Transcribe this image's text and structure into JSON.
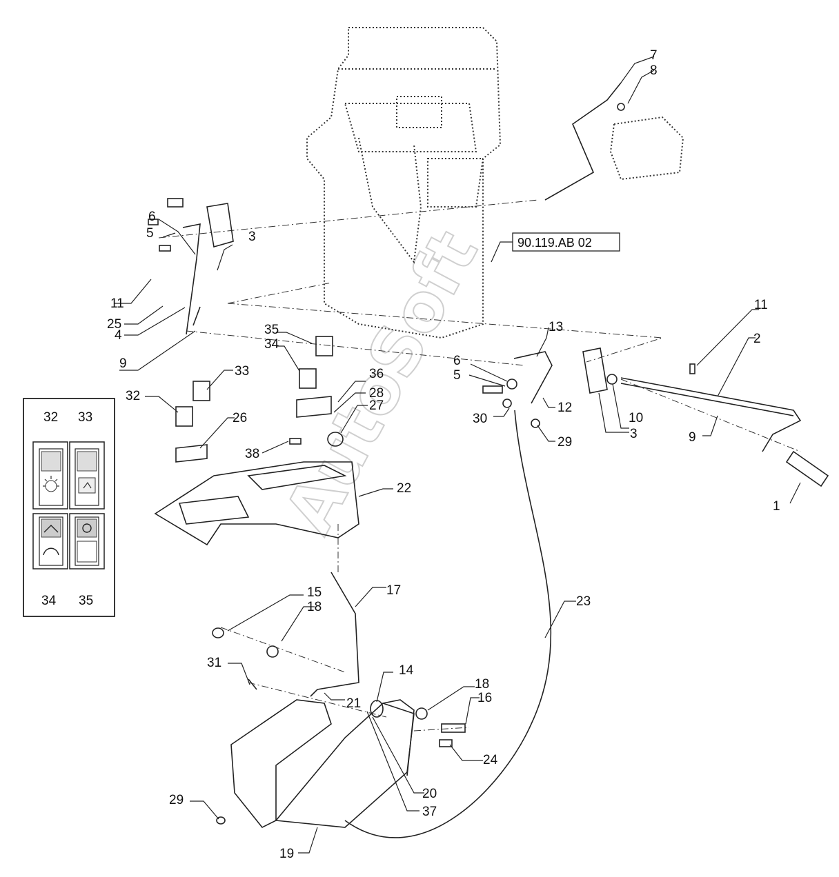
{
  "reference_tag": "90.119.AB 02",
  "watermark": "AutoSoft",
  "inset_labels": [
    "32",
    "33",
    "34",
    "35"
  ],
  "callouts": [
    "1",
    "2",
    "3",
    "3",
    "4",
    "5",
    "5",
    "6",
    "6",
    "7",
    "8",
    "9",
    "9",
    "10",
    "11",
    "11",
    "12",
    "13",
    "14",
    "15",
    "16",
    "17",
    "18",
    "18",
    "19",
    "20",
    "21",
    "22",
    "23",
    "24",
    "25",
    "26",
    "27",
    "28",
    "29",
    "29",
    "30",
    "31",
    "32",
    "33",
    "34",
    "35",
    "36",
    "37",
    "38"
  ]
}
